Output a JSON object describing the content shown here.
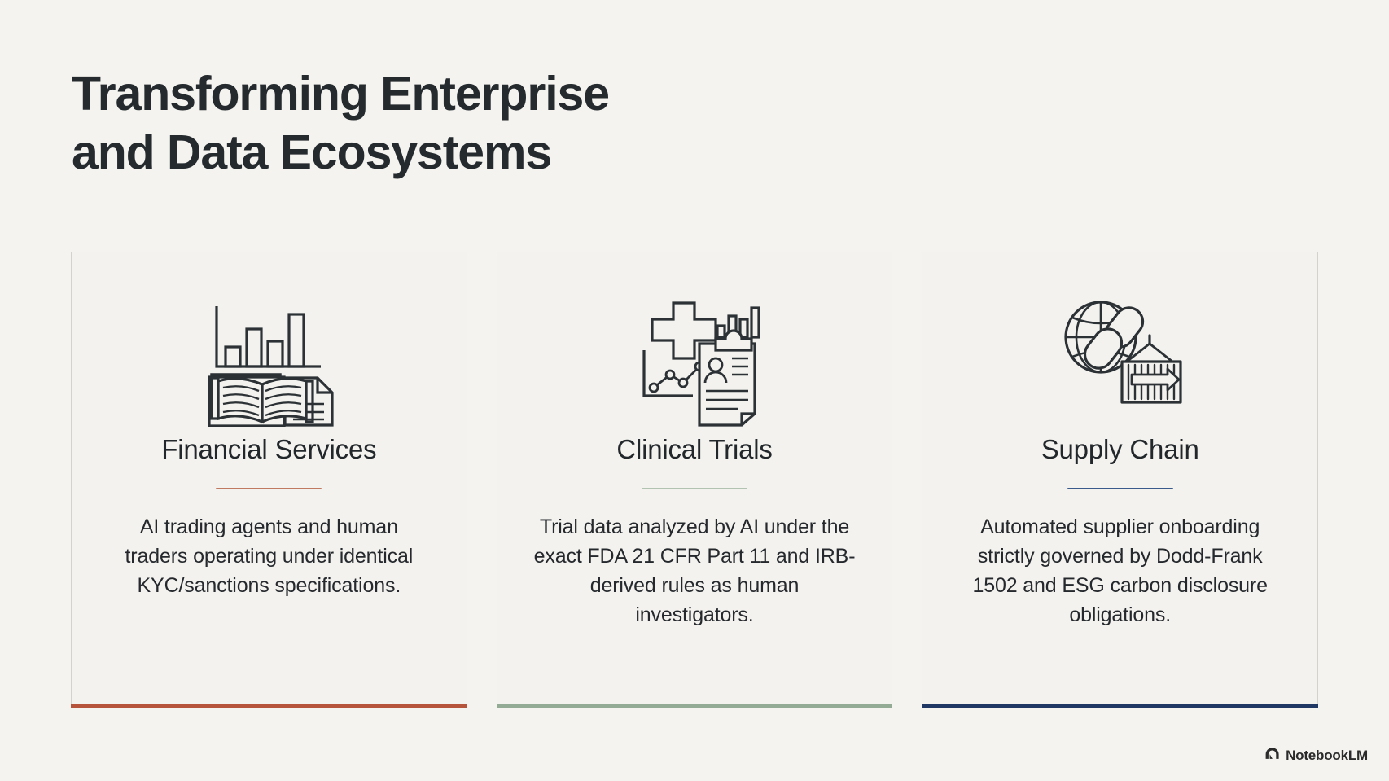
{
  "slide": {
    "title": "Transforming Enterprise\nand Data Ecosystems",
    "background_color": "#f4f3ef",
    "title_color": "#242a2e"
  },
  "cards": [
    {
      "id": "financial-services",
      "icon_name": "bar-chart-book-document-icon",
      "title": "Financial Services",
      "body": "AI trading agents and human traders operating under identical KYC/sanctions specifications.",
      "accent_color": "#b5543a",
      "divider_color": "#c07a62",
      "border_color": "#d3d2cd"
    },
    {
      "id": "clinical-trials",
      "icon_name": "medical-cross-clipboard-chart-icon",
      "title": "Clinical Trials",
      "body": "Trial data analyzed by AI under the exact FDA 21 CFR Part 11 and IRB-derived rules as human investigators.",
      "accent_color": "#93ab94",
      "divider_color": "#b2c3b2",
      "border_color": "#d3d2cd"
    },
    {
      "id": "supply-chain",
      "icon_name": "globe-chain-shipping-container-icon",
      "title": "Supply Chain",
      "body": "Automated supplier onboarding strictly governed by Dodd-Frank 1502 and ESG carbon disclosure obligations.",
      "accent_color": "#1f3864",
      "divider_color": "#3b5a8c",
      "border_color": "#d3d2cd"
    }
  ],
  "watermark": {
    "label": "NotebookLM",
    "icon_name": "notebooklm-logo-icon"
  }
}
